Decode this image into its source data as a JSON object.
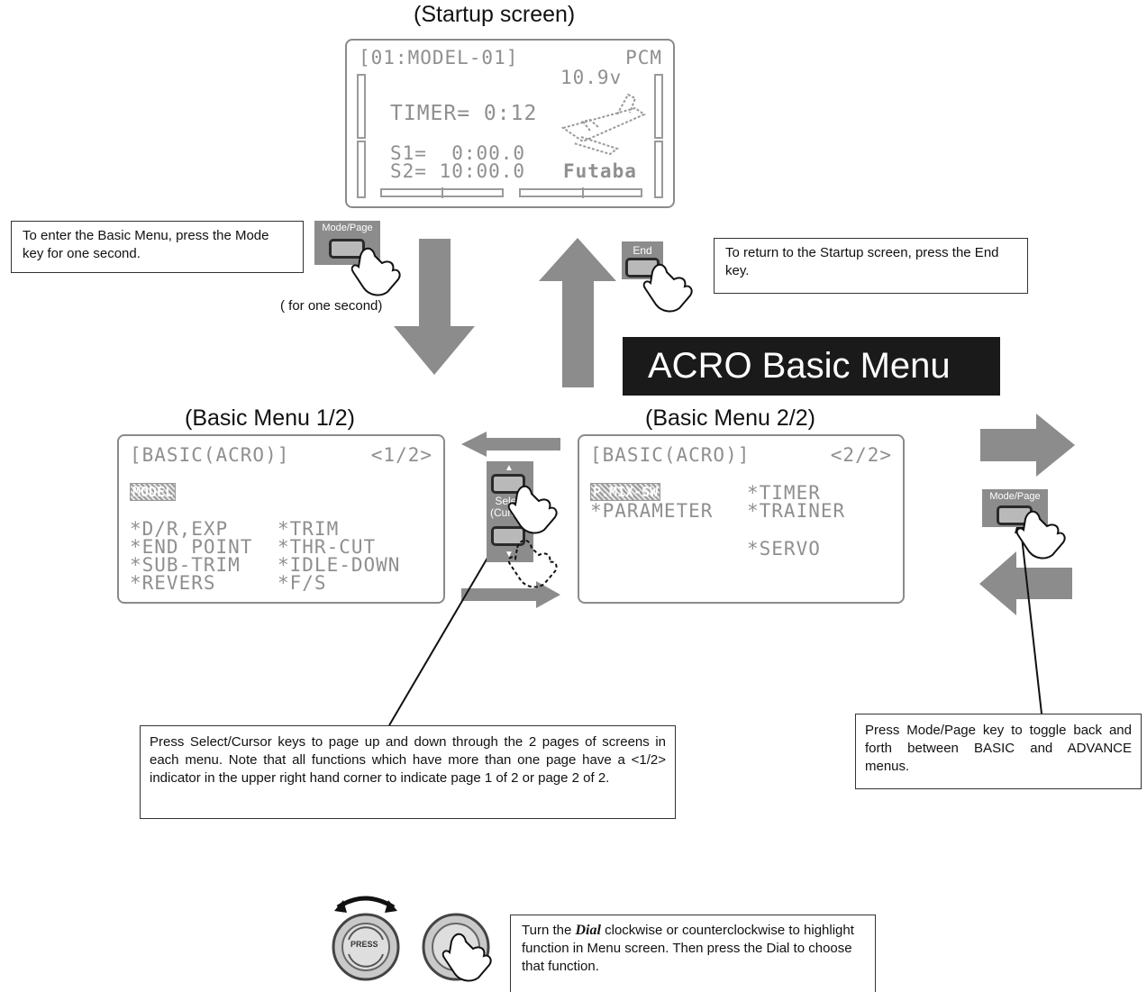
{
  "startup": {
    "heading": "(Startup screen)",
    "lcd": {
      "model": "[01:MODEL-01]",
      "modulation": "PCM",
      "voltage": "10.9v",
      "timer": "TIMER= 0:12",
      "s1": "S1=  0:00.0",
      "s2": "S2= 10:00.0",
      "brand": "Futaba"
    }
  },
  "enter_note": "To enter the Basic Menu, press the Mode key for one second.",
  "mode_key_label": "Mode/Page",
  "for_one_second": "( for one second)",
  "end_key_label": "End",
  "return_note": "To return to the Startup screen, press the End key.",
  "banner": "ACRO Basic Menu",
  "menu1": {
    "heading": "(Basic Menu 1/2)",
    "lcd": {
      "title": "[BASIC(ACRO)]",
      "page": "<1/2>",
      "highlight": "MODEL",
      "items_left": [
        "*D/R,EXP",
        "*END POINT",
        "*SUB-TRIM",
        "*REVERS"
      ],
      "items_right": [
        "*TRIM",
        "*THR-CUT",
        "*IDLE-DOWN",
        "*F/S"
      ]
    }
  },
  "menu2": {
    "heading": "(Basic Menu 2/2)",
    "lcd": {
      "title": "[BASIC(ACRO)]",
      "page": "<2/2>",
      "highlight": "P.MIX-SW",
      "items_left": [
        "*PARAMETER"
      ],
      "items_right": [
        "*TIMER",
        "*TRAINER",
        "*SERVO"
      ]
    }
  },
  "select_key_label": "Select (Cursor)",
  "select_note": "Press Select/Cursor keys to page up and down through the 2 pages of screens in each menu. Note that all functions which have more than one page have a <1/2> indicator in the upper right hand corner to indicate page 1 of 2 or page 2 of 2.",
  "mode_page_key_label_right": "Mode/Page",
  "toggle_note": "Press Mode/Page key to toggle back and forth between BASIC and ADVANCE menus.",
  "dial_label": "PRESS",
  "dial_note": {
    "before": "Turn the ",
    "dial_word": "Dial",
    "after": " clockwise or counterclockwise to highlight function in Menu screen. Then press the Dial to choose that function."
  },
  "colors": {
    "arrow": "#8c8c8c",
    "banner_bg": "#1a1a1a",
    "lcd_text": "#8f8f8f",
    "lcd_border": "#8a8a8a"
  }
}
